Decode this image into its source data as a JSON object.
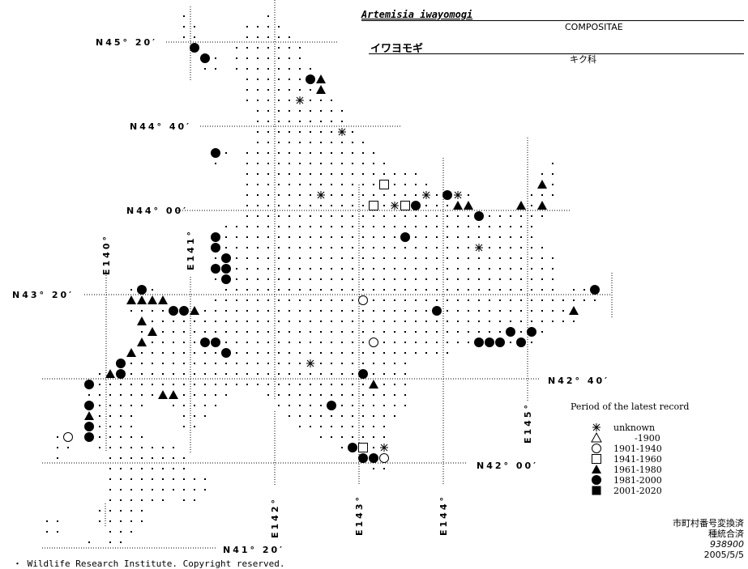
{
  "header": {
    "scientific_name": "Artemisia iwayomogi",
    "family_latin": "COMPOSITAE",
    "japanese_name": "イワヨモギ",
    "family_japanese": "キク科"
  },
  "latitude_labels": [
    "N45° 20′",
    "N44° 40′",
    "N44° 00′",
    "N43° 20′",
    "N42° 40′",
    "N42° 00′",
    "N41° 20′"
  ],
  "longitude_labels": [
    "E140°",
    "E141°",
    "E142°",
    "E143°",
    "E144°",
    "E145°"
  ],
  "legend": {
    "title": "Period of the latest record",
    "items": [
      {
        "key": "u",
        "symbol": "asterisk",
        "label": "unknown"
      },
      {
        "key": "p1",
        "symbol": "open-triangle",
        "label": "-1900"
      },
      {
        "key": "p2",
        "symbol": "open-circle",
        "label": "1901-1940"
      },
      {
        "key": "p3",
        "symbol": "open-square",
        "label": "1941-1960"
      },
      {
        "key": "p4",
        "symbol": "filled-triangle",
        "label": "1961-1980"
      },
      {
        "key": "p5",
        "symbol": "filled-circle",
        "label": "1981-2000"
      },
      {
        "key": "p6",
        "symbol": "filled-square",
        "label": "2001-2020"
      }
    ]
  },
  "notes": [
    "市町村番号変換済",
    "種統合済",
    "938900",
    "2005/5/5"
  ],
  "copyright": "・ Wildlife Research Institute. Copyright reserved.",
  "records_grid_cells": {
    "p5": [
      [
        18,
        3
      ],
      [
        19,
        4
      ],
      [
        29,
        6
      ],
      [
        20,
        13
      ],
      [
        42,
        17
      ],
      [
        39,
        18
      ],
      [
        45,
        19
      ],
      [
        38,
        21
      ],
      [
        20,
        21
      ],
      [
        20,
        22
      ],
      [
        21,
        23
      ],
      [
        20,
        24
      ],
      [
        21,
        24
      ],
      [
        21,
        25
      ],
      [
        13,
        26
      ],
      [
        56,
        26
      ],
      [
        16,
        28
      ],
      [
        17,
        28
      ],
      [
        41,
        28
      ],
      [
        48,
        30
      ],
      [
        50,
        30
      ],
      [
        19,
        31
      ],
      [
        20,
        31
      ],
      [
        45,
        31
      ],
      [
        46,
        31
      ],
      [
        47,
        31
      ],
      [
        49,
        31
      ],
      [
        21,
        32
      ],
      [
        11,
        33
      ],
      [
        11,
        34
      ],
      [
        34,
        34
      ],
      [
        8,
        35
      ],
      [
        8,
        37
      ],
      [
        31,
        37
      ],
      [
        8,
        39
      ],
      [
        8,
        40
      ],
      [
        33,
        41
      ],
      [
        34,
        42
      ],
      [
        35,
        42
      ]
    ],
    "p4": [
      [
        30,
        6
      ],
      [
        30,
        7
      ],
      [
        51,
        16
      ],
      [
        43,
        18
      ],
      [
        44,
        18
      ],
      [
        49,
        18
      ],
      [
        51,
        18
      ],
      [
        12,
        27
      ],
      [
        13,
        27
      ],
      [
        14,
        27
      ],
      [
        15,
        27
      ],
      [
        18,
        28
      ],
      [
        54,
        28
      ],
      [
        13,
        29
      ],
      [
        14,
        30
      ],
      [
        13,
        31
      ],
      [
        12,
        32
      ],
      [
        10,
        34
      ],
      [
        35,
        35
      ],
      [
        15,
        36
      ],
      [
        16,
        36
      ],
      [
        8,
        38
      ]
    ],
    "p2": [
      [
        34,
        27
      ],
      [
        35,
        31
      ],
      [
        6,
        40
      ],
      [
        36,
        42
      ]
    ],
    "p3": [
      [
        36,
        16
      ],
      [
        35,
        18
      ],
      [
        38,
        18
      ],
      [
        34,
        41
      ]
    ],
    "u": [
      [
        28,
        8
      ],
      [
        32,
        11
      ],
      [
        30,
        17
      ],
      [
        40,
        17
      ],
      [
        43,
        17
      ],
      [
        37,
        18
      ],
      [
        45,
        22
      ],
      [
        29,
        33
      ],
      [
        36,
        41
      ]
    ]
  }
}
